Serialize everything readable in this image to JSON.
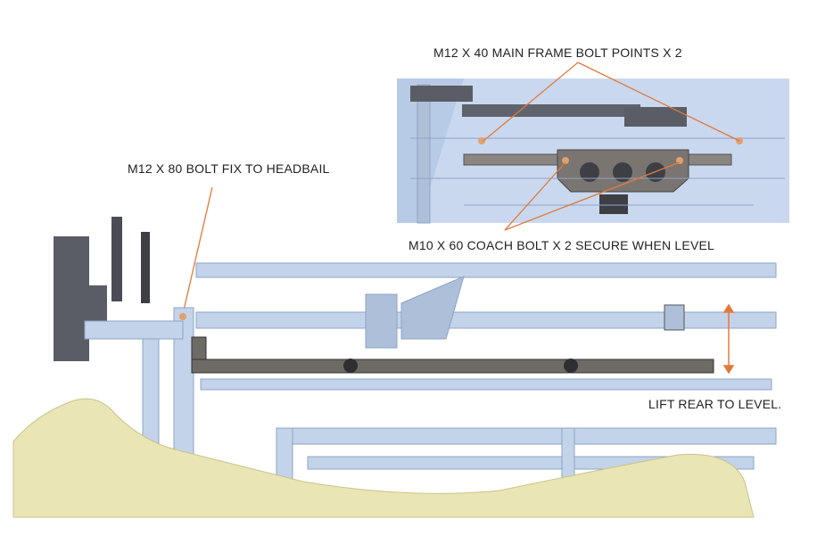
{
  "labels": {
    "main_frame_bolts": "M12 X 40 MAIN FRAME BOLT POINTS X 2",
    "headbail_bolt": "M12 X 80 BOLT FIX TO HEADBAIL",
    "coach_bolt": "M10 X 60 COACH BOLT X 2 SECURE WHEN LEVEL",
    "lift_rear": "LIFT REAR TO LEVEL."
  },
  "colors": {
    "frame": "#c3d3ea",
    "frame_edge": "#8ea4c4",
    "bracket": "#6e6a66",
    "leader": "#e07a3c",
    "terrain": "#e9e5b4",
    "post": "#5a5d66"
  }
}
